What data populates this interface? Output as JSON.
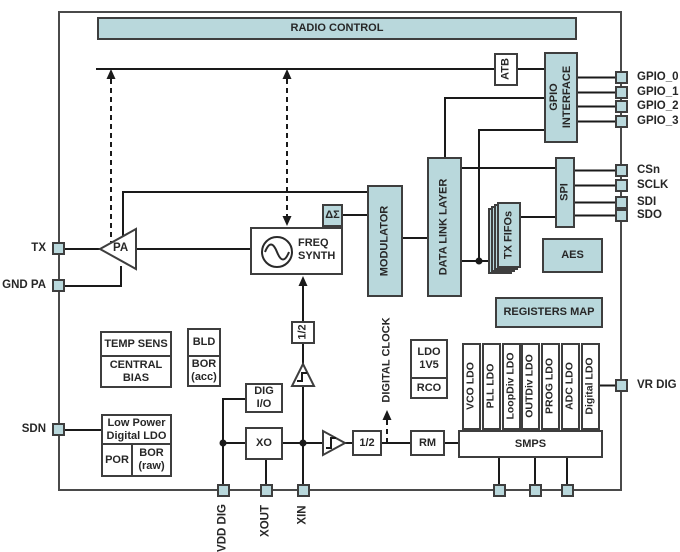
{
  "colors": {
    "block_fill": "#b9d8dc",
    "box_border": "#3e3e3e",
    "wire": "#1a1a1a",
    "text": "#272727",
    "background": "#ffffff"
  },
  "icons": {
    "freq_synth_oscillator": "sine-wave-in-circle",
    "clock_buffer_up": "triangle-with-square-wave",
    "clock_buffer_right": "triangle-with-square-wave"
  },
  "blocks": {
    "radio_control": "RADIO CONTROL",
    "atb": "ATB",
    "gpio_interface": "GPIO\nINTERFACE",
    "spi": "SPI",
    "tx_fifos": "TX FIFOs",
    "aes": "AES",
    "registers_map": "REGISTERS MAP",
    "data_link_layer": "DATA LINK LAYER",
    "modulator": "MODULATOR",
    "delta_sigma": "ΔΣ",
    "freq_synth": "FREQ\nSYNTH",
    "pa": "PA",
    "temp_sens": "TEMP SENS",
    "central_bias": "CENTRAL\nBIAS",
    "bld": "BLD",
    "bor_acc": "BOR\n(acc)",
    "low_power_digital_ldo": "Low Power\nDigital LDO",
    "por": "POR",
    "bor_raw": "BOR\n(raw)",
    "dig_io": "DIG\nI/O",
    "xo": "XO",
    "div2_vertical": "1/2",
    "div2_horizontal": "1/2",
    "ldo_1v5": "LDO\n1V5",
    "rco": "RCO",
    "rm": "RM",
    "smps": "SMPS",
    "digital_clock": "DIGITAL CLOCK",
    "smps_ldos": [
      "VCO LDO",
      "PLL LDO",
      "LoopDiv LDO",
      "OUTDiv LDO",
      "PROG LDO",
      "ADC LDO",
      "Digital LDO"
    ]
  },
  "pins": {
    "gpio": [
      "GPIO_0",
      "GPIO_1",
      "GPIO_2",
      "GPIO_3"
    ],
    "spi": [
      "CSn",
      "SCLK",
      "SDI",
      "SDO"
    ],
    "tx": "TX",
    "gnd_pa": "GND PA",
    "sdn": "SDN",
    "vr_dig": "VR DIG",
    "bottom": [
      "VDD DIG",
      "XOUT",
      "XIN"
    ]
  }
}
